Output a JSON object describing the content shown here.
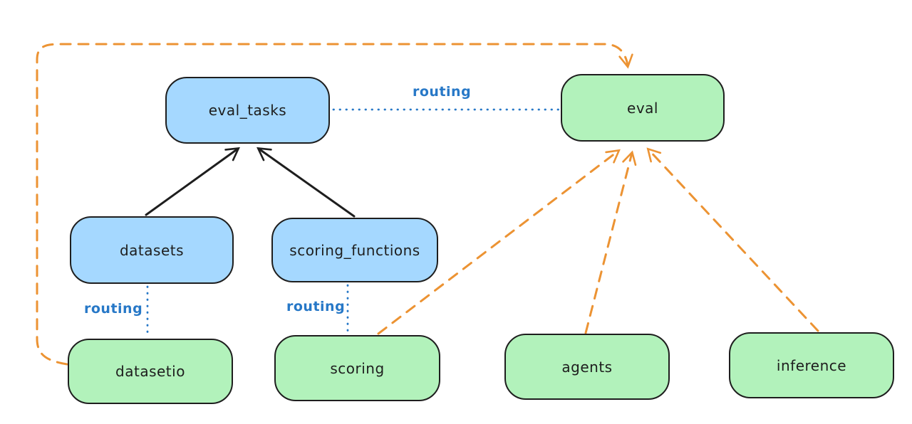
{
  "diagram": {
    "type": "architecture-diagram",
    "nodes": [
      {
        "id": "eval_tasks",
        "label": "eval_tasks",
        "kind": "resource",
        "fill": "#a5d8ff"
      },
      {
        "id": "eval",
        "label": "eval",
        "kind": "api",
        "fill": "#b2f2bb"
      },
      {
        "id": "datasets",
        "label": "datasets",
        "kind": "resource",
        "fill": "#a5d8ff"
      },
      {
        "id": "scoring_functions",
        "label": "scoring_functions",
        "kind": "resource",
        "fill": "#a5d8ff"
      },
      {
        "id": "datasetio",
        "label": "datasetio",
        "kind": "api",
        "fill": "#b2f2bb"
      },
      {
        "id": "scoring",
        "label": "scoring",
        "kind": "api",
        "fill": "#b2f2bb"
      },
      {
        "id": "agents",
        "label": "agents",
        "kind": "api",
        "fill": "#b2f2bb"
      },
      {
        "id": "inference",
        "label": "inference",
        "kind": "api",
        "fill": "#b2f2bb"
      }
    ],
    "edges": [
      {
        "from": "datasets",
        "to": "eval_tasks",
        "style": "solid",
        "arrow": true,
        "color": "#1e1e1e",
        "label": ""
      },
      {
        "from": "scoring_functions",
        "to": "eval_tasks",
        "style": "solid",
        "arrow": true,
        "color": "#1e1e1e",
        "label": ""
      },
      {
        "from": "eval_tasks",
        "to": "eval",
        "style": "dotted",
        "arrow": false,
        "color": "#2778c7",
        "label": "routing"
      },
      {
        "from": "datasets",
        "to": "datasetio",
        "style": "dotted",
        "arrow": false,
        "color": "#2778c7",
        "label": "routing"
      },
      {
        "from": "scoring_functions",
        "to": "scoring",
        "style": "dotted",
        "arrow": false,
        "color": "#2778c7",
        "label": "routing"
      },
      {
        "from": "datasetio",
        "to": "eval",
        "style": "dashed",
        "arrow": true,
        "color": "#ec9333",
        "label": ""
      },
      {
        "from": "scoring",
        "to": "eval",
        "style": "dashed",
        "arrow": true,
        "color": "#ec9333",
        "label": ""
      },
      {
        "from": "agents",
        "to": "eval",
        "style": "dashed",
        "arrow": true,
        "color": "#ec9333",
        "label": ""
      },
      {
        "from": "inference",
        "to": "eval",
        "style": "dashed",
        "arrow": true,
        "color": "#ec9333",
        "label": ""
      }
    ],
    "colors": {
      "node_blue_fill": "#a5d8ff",
      "node_green_fill": "#b2f2bb",
      "node_stroke": "#1e1e1e",
      "routing_blue": "#2778c7",
      "provider_orange": "#ec9333",
      "background": "#ffffff"
    }
  }
}
